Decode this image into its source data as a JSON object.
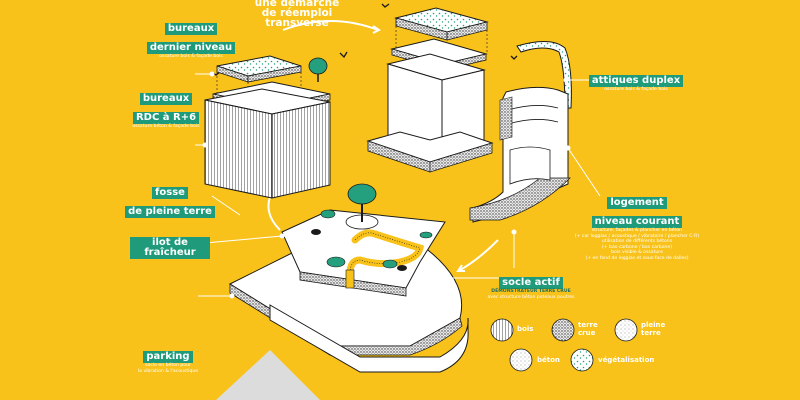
{
  "top_note": {
    "line1": "une démarche",
    "line2": "de réemploi",
    "line3": "transverse"
  },
  "labels": {
    "bureaux_dernier": {
      "title1": "bureaux",
      "title2": "dernier niveau",
      "sub": "ossature bois & façade bois"
    },
    "bureaux_rdc": {
      "title1": "bureaux",
      "title2": "RDC à R+6",
      "sub": "ossature béton & façade bois"
    },
    "fosse": {
      "title1": "fosse",
      "title2": "de pleine terre"
    },
    "ilot": {
      "title1": "ilot de fraîcheur"
    },
    "parking": {
      "title1": "parking",
      "sub1": "socle en béton pour",
      "sub2": "la vibration & l'acoustique"
    },
    "attiques": {
      "title1": "attiques duplex",
      "sub": "ossature bois & façade bois"
    },
    "logement": {
      "title1": "logement",
      "title2": "niveau courant",
      "sub1": "structure, façades & plancher en béton",
      "sub2": "(+ car loggias / acoustique / vibratoire / plancher C-R)",
      "sub3": "utilisation de différents bétons",
      "sub4": "(+ bas-carbone / bas carbone)",
      "sub5": "bois visible & ossature",
      "sub6": "(+ en fond de loggias et sous-face de dalles)"
    },
    "socle": {
      "title1": "socle actif",
      "demo": "DÉMONSTRATEUR TERRE CRUE",
      "sub": "avec structure béton poteaux poutres"
    }
  },
  "legend": {
    "bois": "bois",
    "terre_crue_1": "terre",
    "terre_crue_2": "crue",
    "pleine_terre_1": "pleine",
    "pleine_terre_2": "terre",
    "beton": "béton",
    "vegetalisation": "végétalisation"
  },
  "colors": {
    "background": "#F8C21A",
    "label_green": "#1F9A7A",
    "plant_green": "#25A07E",
    "line": "#1A1A1A",
    "white": "#FFFFFF",
    "path_yellow": "#F8C21A"
  }
}
